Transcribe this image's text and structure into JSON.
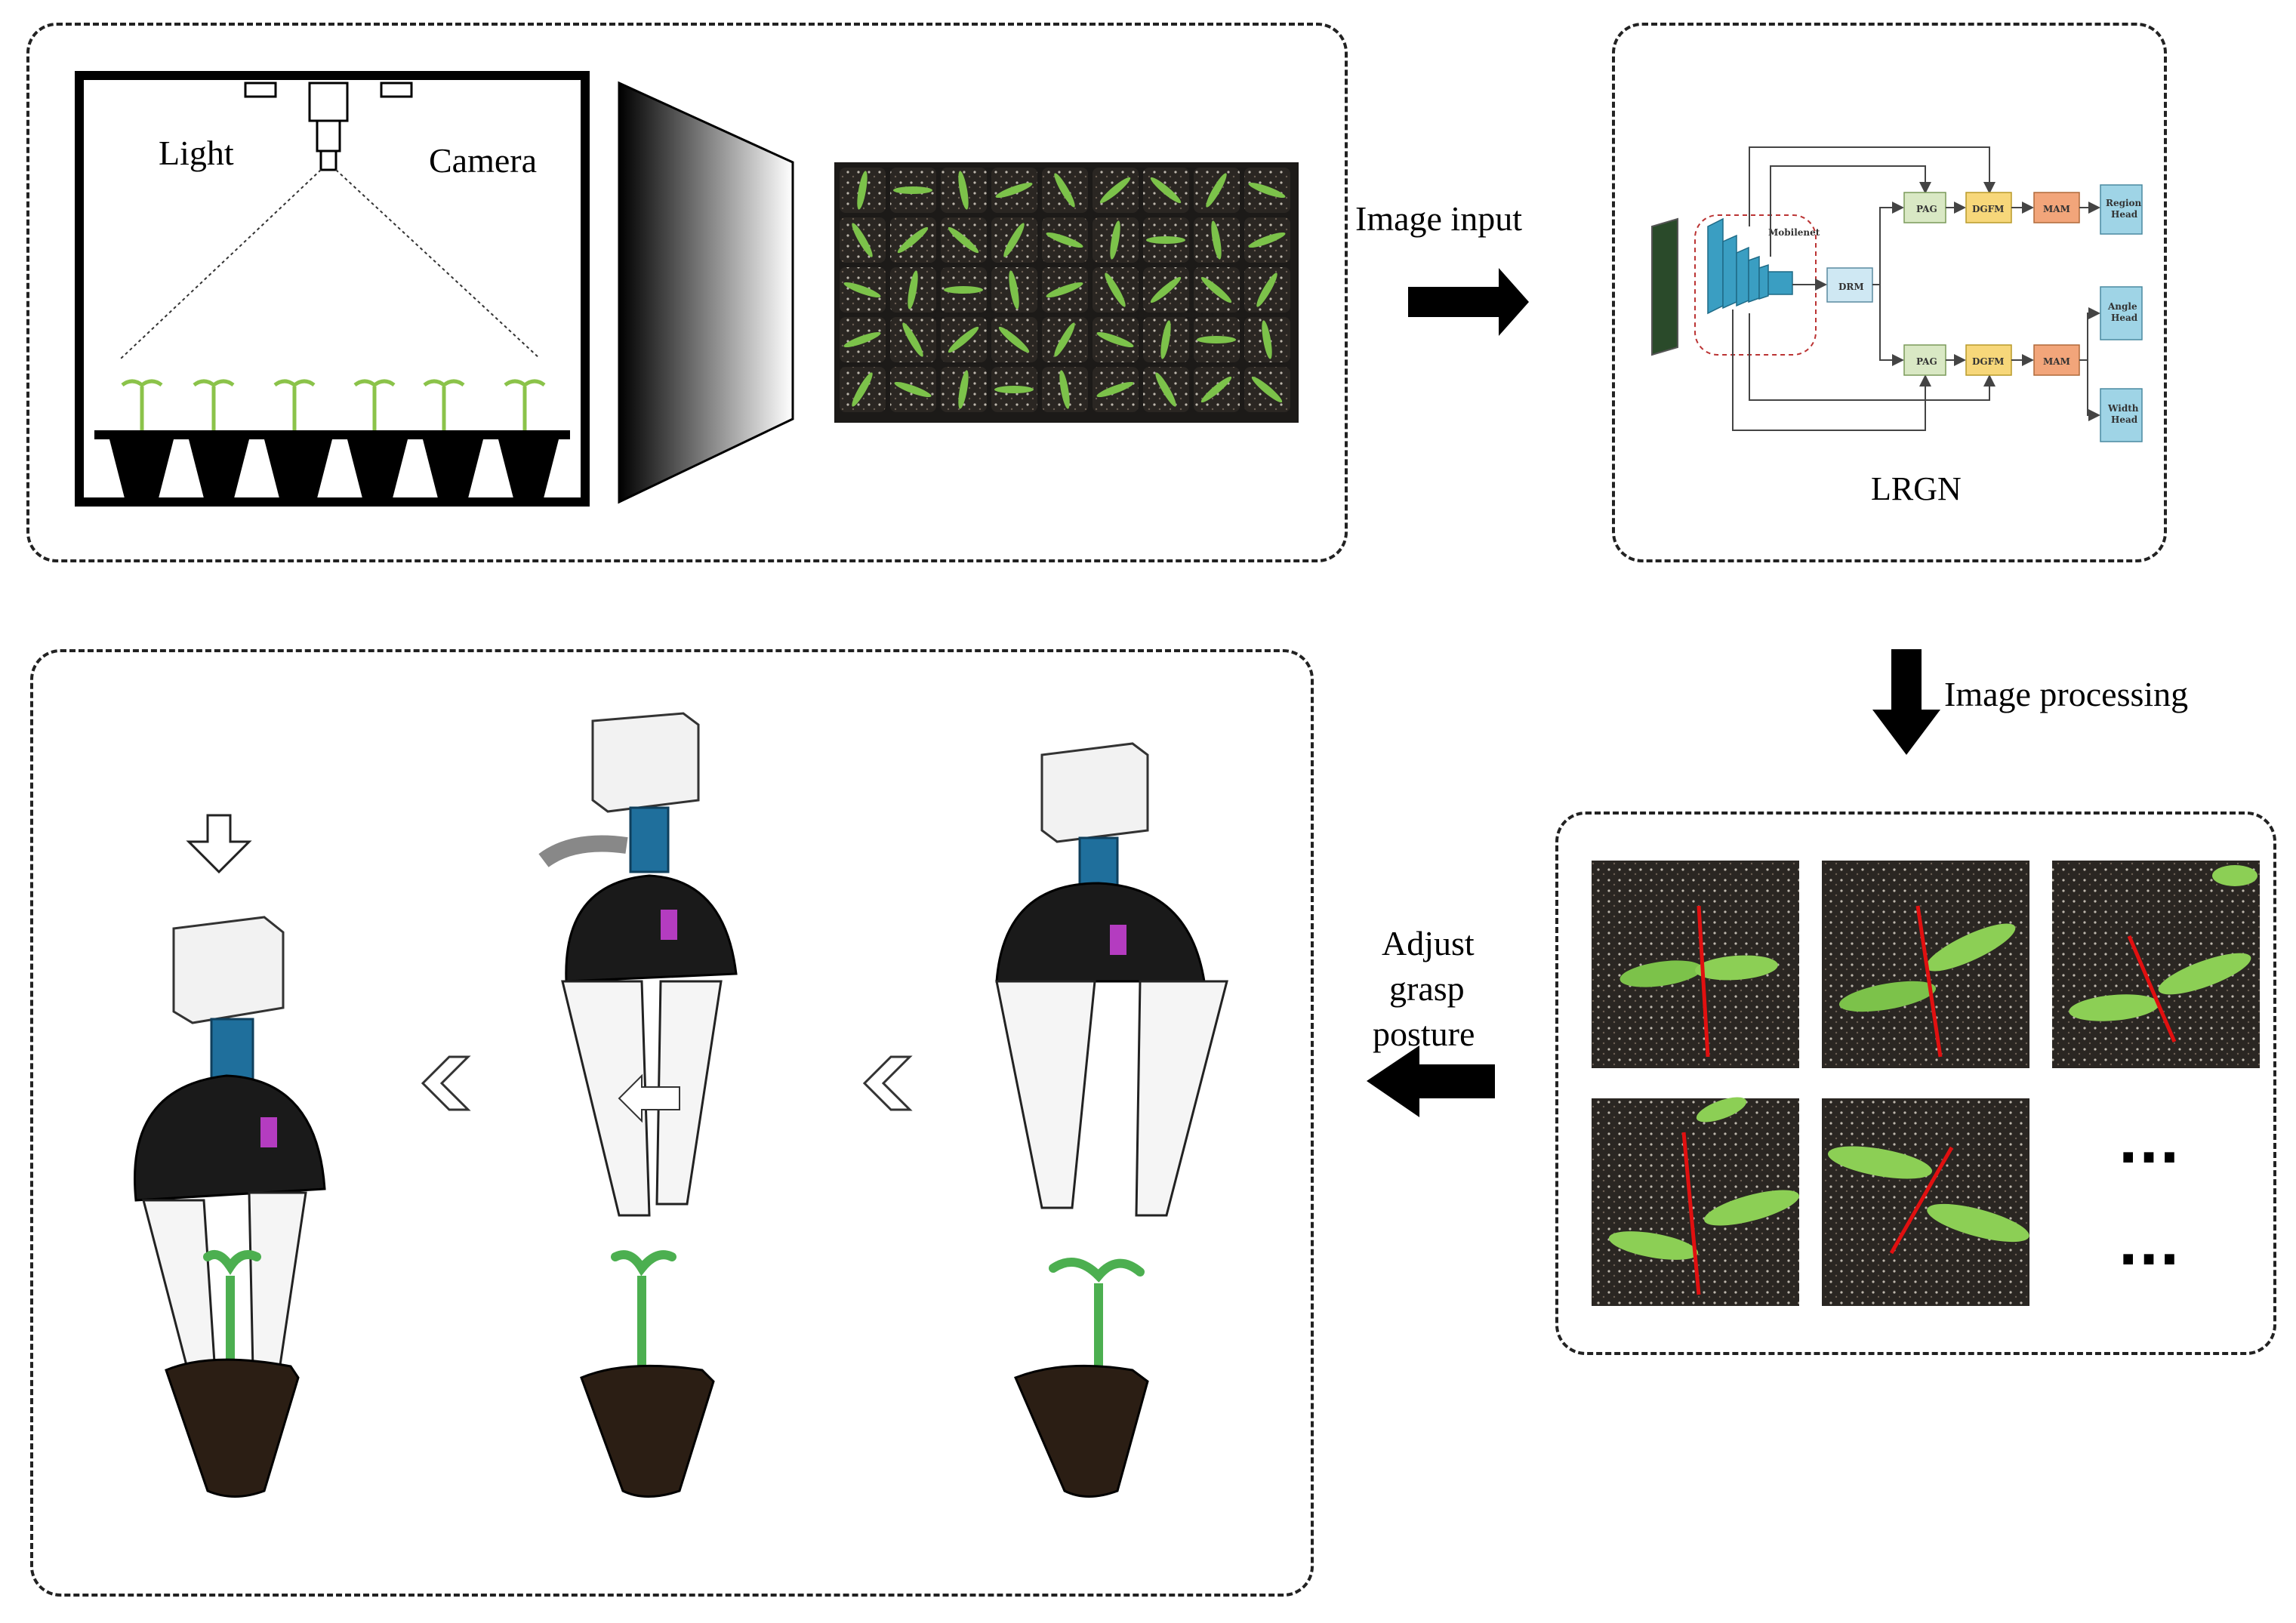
{
  "acquisition": {
    "light_label": "Light",
    "camera_label": "Camera"
  },
  "flow": {
    "image_input": "Image input",
    "image_processing": "Image processing",
    "adjust_line1": "Adjust",
    "adjust_line2": "grasp",
    "adjust_line3": "posture"
  },
  "network": {
    "title": "LRGN",
    "backbone": "Mobilenet",
    "modules": {
      "drm": "DRM",
      "pag": "PAG",
      "dgfm": "DGFM",
      "mam": "MAM",
      "region_head_line1": "Region",
      "region_head_line2": "Head",
      "angle_head_line1": "Angle",
      "angle_head_line2": "Head",
      "width_head_line1": "Width",
      "width_head_line2": "Head"
    },
    "colors": {
      "pag": "#d9e8c4",
      "dgfm": "#f7d77a",
      "mam": "#f2a57a",
      "head": "#9fd4e6",
      "drm": "#cfe8f3",
      "backbone": "#3a9ec2"
    }
  },
  "results": {
    "ellipsis": "..."
  },
  "colors": {
    "seedling_green": "#4caf50",
    "pot": "#2b1e14",
    "gripper_dark": "#1a1a1a",
    "wrist_blue": "#1f6f9c",
    "grasp_line": "#e11010"
  }
}
